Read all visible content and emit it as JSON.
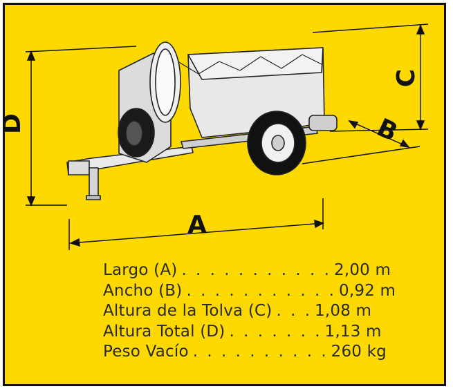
{
  "dimension_labels": {
    "a": "A",
    "b": "B",
    "c": "C",
    "d": "D"
  },
  "specs": [
    {
      "label": "Largo (A)",
      "dots": ". . . . . . . . . . .",
      "value": "2,00 m"
    },
    {
      "label": "Ancho (B)",
      "dots": ". . . . . . . . . . .",
      "value": "0,92 m"
    },
    {
      "label": "Altura de la Tolva (C)",
      "dots": ". . .",
      "value": "1,08 m"
    },
    {
      "label": "Altura Total (D)",
      "dots": ". . . . . . .",
      "value": "1,13 m"
    },
    {
      "label": "Peso Vacío",
      "dots": ". . . . . . . . . .",
      "value": "260 kg"
    }
  ],
  "colors": {
    "background": "#fdd900",
    "border": "#111111",
    "text": "#2a2a2a"
  }
}
